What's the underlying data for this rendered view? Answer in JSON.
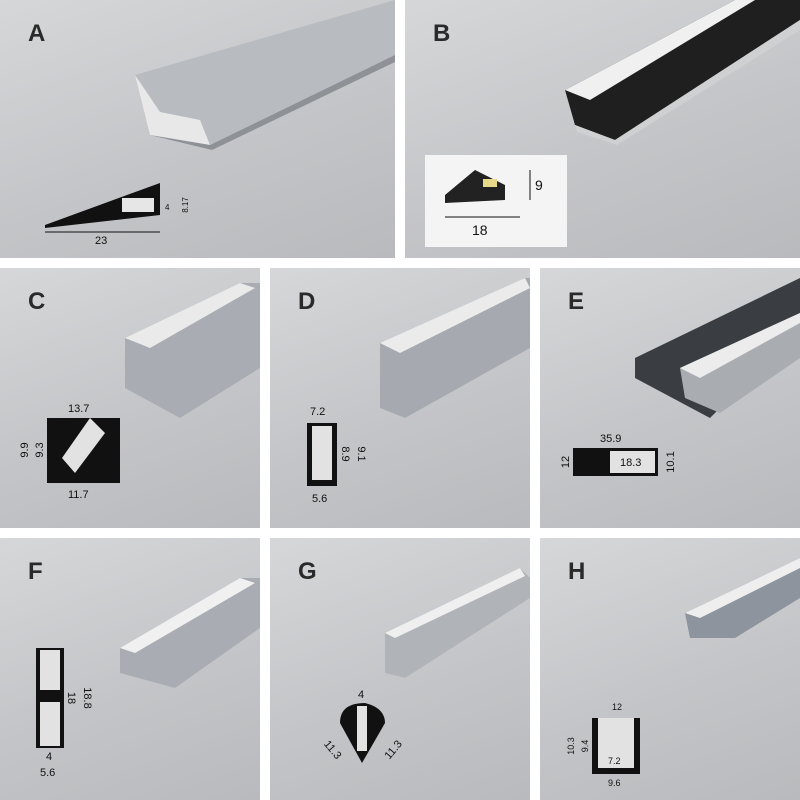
{
  "panels": [
    {
      "label": "A",
      "dims": [
        "23",
        "4",
        "8.17"
      ]
    },
    {
      "label": "B",
      "dims": [
        "18",
        "9"
      ]
    },
    {
      "label": "C",
      "dims": [
        "13.7",
        "9.9",
        "9.3",
        "11.7"
      ]
    },
    {
      "label": "D",
      "dims": [
        "7.2",
        "8.9",
        "9.1",
        "5.6"
      ]
    },
    {
      "label": "E",
      "dims": [
        "35.9",
        "12",
        "18.3",
        "10.1"
      ]
    },
    {
      "label": "F",
      "dims": [
        "18",
        "18.8",
        "4",
        "5.6"
      ]
    },
    {
      "label": "G",
      "dims": [
        "4",
        "11.3",
        "11.3"
      ]
    },
    {
      "label": "H",
      "dims": [
        "12",
        "10.3",
        "9.4",
        "7.2",
        "9.6"
      ]
    }
  ],
  "colors": {
    "background": "#c6c7ca",
    "profile_silver": "#b4b8bd",
    "profile_black": "#1e1e1e",
    "label": "#2a2a2a"
  }
}
